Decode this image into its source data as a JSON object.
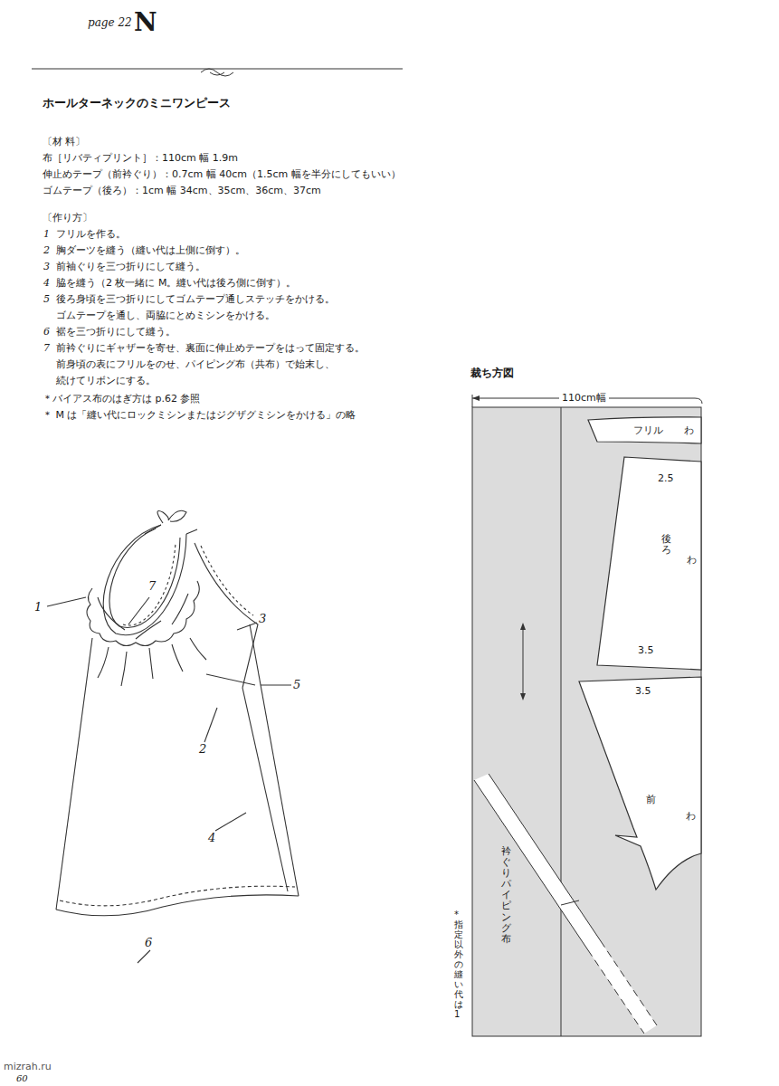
{
  "diagram": {
    "title": "ホールターネックのミニワンピース",
    "nodes": [
      {
        "text": [
          "フリル",
          "わ"
        ]
      },
      {
        "text": [
          "2.5",
          "後ろ",
          "わ",
          "3.5"
        ]
      },
      {
        "text": [
          "3.5",
          "前",
          "わ"
        ]
      }
    ],
    "labels": [
      "page 22",
      "N",
      "〔材 料〕",
      "布［リバティプリント］：110cm 幅 1.9m",
      "伸止めテープ（前衿ぐり）：0.7cm 幅 40cm（1.5cm 幅を半分にしてもいい）",
      "ゴムテープ（後ろ）：1cm 幅 34cm、35cm、36cm、37cm",
      "〔作り方〕",
      "1",
      "フリルを作る。",
      "2",
      "胸ダーツを縫う（縫い代は上側に倒す）。",
      "3",
      "前袖ぐりを三つ折りにして縫う。",
      "4",
      "脇を縫う（2 枚一緒に M。縫い代は後ろ側に倒す）。",
      "5",
      "後ろ身頃を三つ折りにしてゴムテープ通しステッチをかける。",
      "ゴムテープを通し、両脇にとめミシンをかける。",
      "6",
      "裾を三つ折りにして縫う。",
      "7",
      "前衿ぐりにギャザーを寄せ、裏面に伸止めテープをはって固定する。",
      "前身頃の表にフリルをのせ、パイピング布（共布）で始末し、",
      "続けてリボンにする。",
      "＊バイアス布のはぎ方は p.62 参照",
      "＊ M は「縫い代にロックミシンまたはジグザグミシンをかける」の略",
      "1",
      "7",
      "3",
      "5",
      "2",
      "4",
      "6",
      "裁ち方図",
      "110cm幅",
      "衿ぐりパイピング布",
      "*指定以外の縫い代は1",
      "60",
      "mizrah.ru"
    ]
  }
}
